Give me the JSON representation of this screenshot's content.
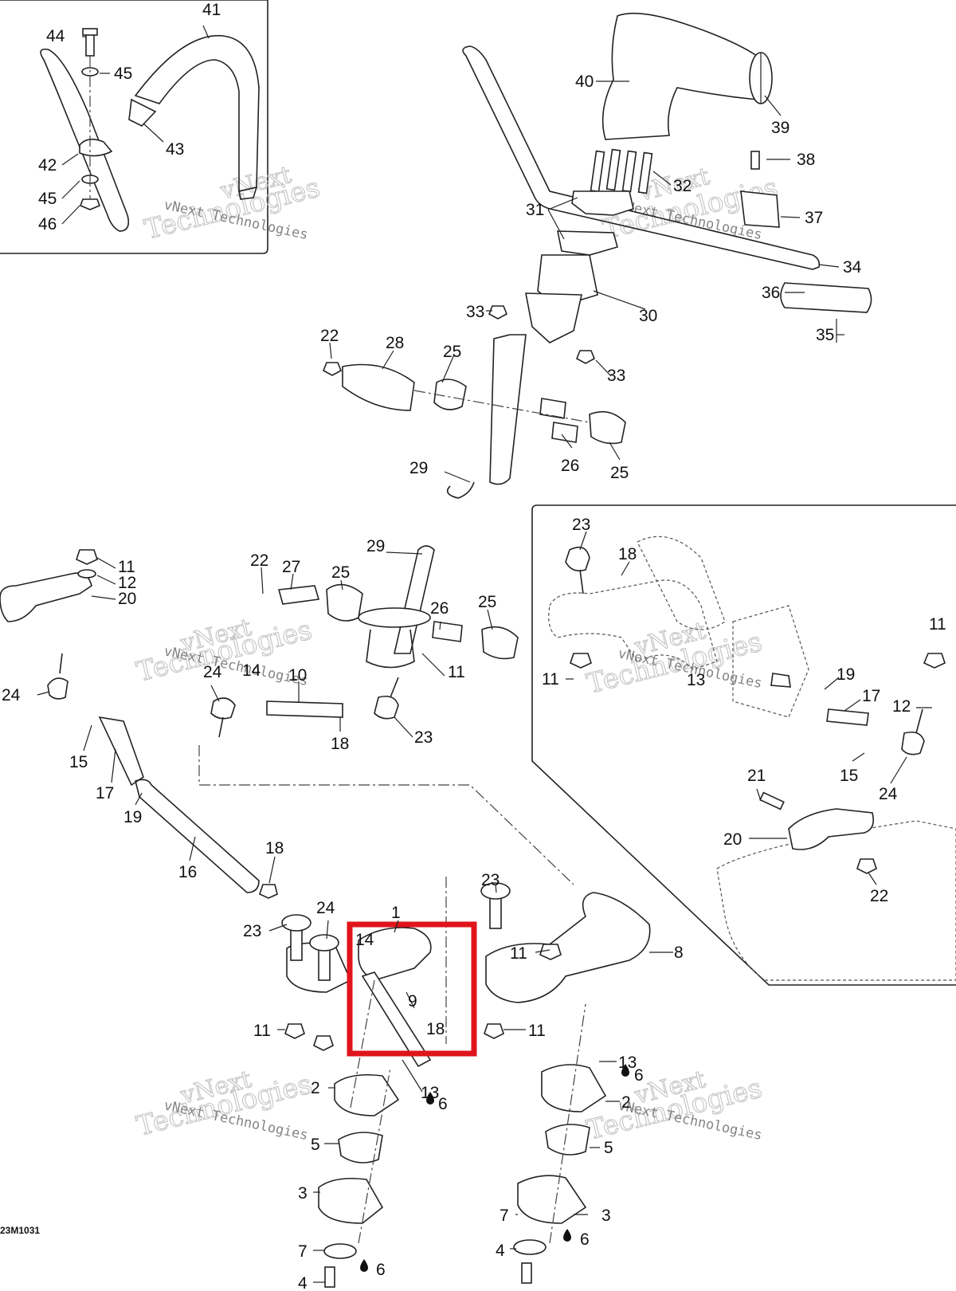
{
  "diagram_code": "23M1031",
  "watermark": {
    "line1": "vNext Technologies",
    "line2": "vNext",
    "line3": "Technologies"
  },
  "highlight_color": "#e0141b",
  "callouts": [
    {
      "id": "c41",
      "text": "41"
    },
    {
      "id": "c44",
      "text": "44"
    },
    {
      "id": "c45a",
      "text": "45"
    },
    {
      "id": "c43",
      "text": "43"
    },
    {
      "id": "c42",
      "text": "42"
    },
    {
      "id": "c45b",
      "text": "45"
    },
    {
      "id": "c46",
      "text": "46"
    },
    {
      "id": "c40",
      "text": "40"
    },
    {
      "id": "c39",
      "text": "39"
    },
    {
      "id": "c38",
      "text": "38"
    },
    {
      "id": "c32",
      "text": "32"
    },
    {
      "id": "c31",
      "text": "31"
    },
    {
      "id": "c37",
      "text": "37"
    },
    {
      "id": "c34",
      "text": "34"
    },
    {
      "id": "c36",
      "text": "36"
    },
    {
      "id": "c30",
      "text": "30"
    },
    {
      "id": "c33a",
      "text": "33"
    },
    {
      "id": "c35",
      "text": "35"
    },
    {
      "id": "c22a",
      "text": "22"
    },
    {
      "id": "c28",
      "text": "28"
    },
    {
      "id": "c25a",
      "text": "25"
    },
    {
      "id": "c33b",
      "text": "33"
    },
    {
      "id": "c29a",
      "text": "29"
    },
    {
      "id": "c26a",
      "text": "26"
    },
    {
      "id": "c25b",
      "text": "25"
    },
    {
      "id": "c23a",
      "text": "23"
    },
    {
      "id": "c18a",
      "text": "18"
    },
    {
      "id": "c11a",
      "text": "11"
    },
    {
      "id": "c12a",
      "text": "12"
    },
    {
      "id": "c20a",
      "text": "20"
    },
    {
      "id": "c24a",
      "text": "24"
    },
    {
      "id": "c15a",
      "text": "15"
    },
    {
      "id": "c17a",
      "text": "17"
    },
    {
      "id": "c19a",
      "text": "19"
    },
    {
      "id": "c16",
      "text": "16"
    },
    {
      "id": "c29b",
      "text": "29"
    },
    {
      "id": "c22b",
      "text": "22"
    },
    {
      "id": "c27",
      "text": "27"
    },
    {
      "id": "c25c",
      "text": "25"
    },
    {
      "id": "c26b",
      "text": "26"
    },
    {
      "id": "c25d",
      "text": "25"
    },
    {
      "id": "c11b",
      "text": "11"
    },
    {
      "id": "c24b",
      "text": "24"
    },
    {
      "id": "c14a",
      "text": "14"
    },
    {
      "id": "c10",
      "text": "10"
    },
    {
      "id": "c18b",
      "text": "18"
    },
    {
      "id": "c23b",
      "text": "23"
    },
    {
      "id": "c11c",
      "text": "11"
    },
    {
      "id": "c13a",
      "text": "13"
    },
    {
      "id": "c11d",
      "text": "11"
    },
    {
      "id": "c19b",
      "text": "19"
    },
    {
      "id": "c17b",
      "text": "17"
    },
    {
      "id": "c12b",
      "text": "12"
    },
    {
      "id": "c15b",
      "text": "15"
    },
    {
      "id": "c24c",
      "text": "24"
    },
    {
      "id": "c21",
      "text": "21"
    },
    {
      "id": "c20b",
      "text": "20"
    },
    {
      "id": "c22c",
      "text": "22"
    },
    {
      "id": "c18c",
      "text": "18"
    },
    {
      "id": "c23c",
      "text": "23"
    },
    {
      "id": "c24d",
      "text": "24"
    },
    {
      "id": "c1",
      "text": "1"
    },
    {
      "id": "c23d",
      "text": "23"
    },
    {
      "id": "c8",
      "text": "8"
    },
    {
      "id": "c14b",
      "text": "14"
    },
    {
      "id": "c11e",
      "text": "11"
    },
    {
      "id": "c9",
      "text": "9"
    },
    {
      "id": "c11f",
      "text": "11"
    },
    {
      "id": "c18d",
      "text": "18"
    },
    {
      "id": "c11g",
      "text": "11"
    },
    {
      "id": "c13b",
      "text": "13"
    },
    {
      "id": "c6a",
      "text": "6"
    },
    {
      "id": "c2a",
      "text": "2"
    },
    {
      "id": "c13c",
      "text": "13"
    },
    {
      "id": "c6b",
      "text": "6"
    },
    {
      "id": "c2b",
      "text": "2"
    },
    {
      "id": "c5a",
      "text": "5"
    },
    {
      "id": "c5b",
      "text": "5"
    },
    {
      "id": "c3a",
      "text": "3"
    },
    {
      "id": "c3b",
      "text": "3"
    },
    {
      "id": "c7a",
      "text": "7"
    },
    {
      "id": "c7b",
      "text": "7"
    },
    {
      "id": "c6c",
      "text": "6"
    },
    {
      "id": "c6d",
      "text": "6"
    },
    {
      "id": "c4a",
      "text": "4"
    },
    {
      "id": "c4b",
      "text": "4"
    }
  ]
}
